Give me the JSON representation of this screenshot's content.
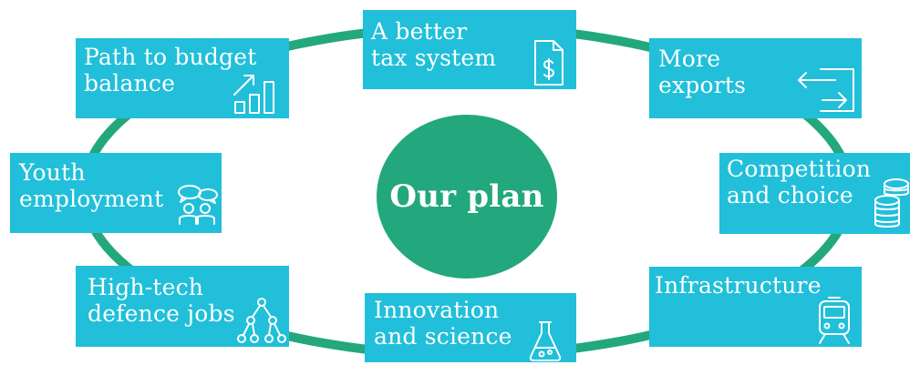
{
  "center": {
    "label": "Our plan"
  },
  "items": [
    {
      "label": "A better\ntax system",
      "icon": "tax-document-icon"
    },
    {
      "label": "More\nexports",
      "icon": "exchange-arrows-icon"
    },
    {
      "label": "Competition\nand choice",
      "icon": "coin-stack-icon"
    },
    {
      "label": "Infrastructure",
      "icon": "train-icon"
    },
    {
      "label": "Innovation\nand science",
      "icon": "flask-icon"
    },
    {
      "label": "High-tech\ndefence jobs",
      "icon": "network-tree-icon"
    },
    {
      "label": "Youth\nemployment",
      "icon": "people-chat-icon"
    },
    {
      "label": "Path to budget\nbalance",
      "icon": "growth-chart-icon"
    }
  ],
  "colors": {
    "box": "#21bfd9",
    "ring": "#23a87d",
    "center": "#23a87d",
    "text": "#ffffff"
  }
}
